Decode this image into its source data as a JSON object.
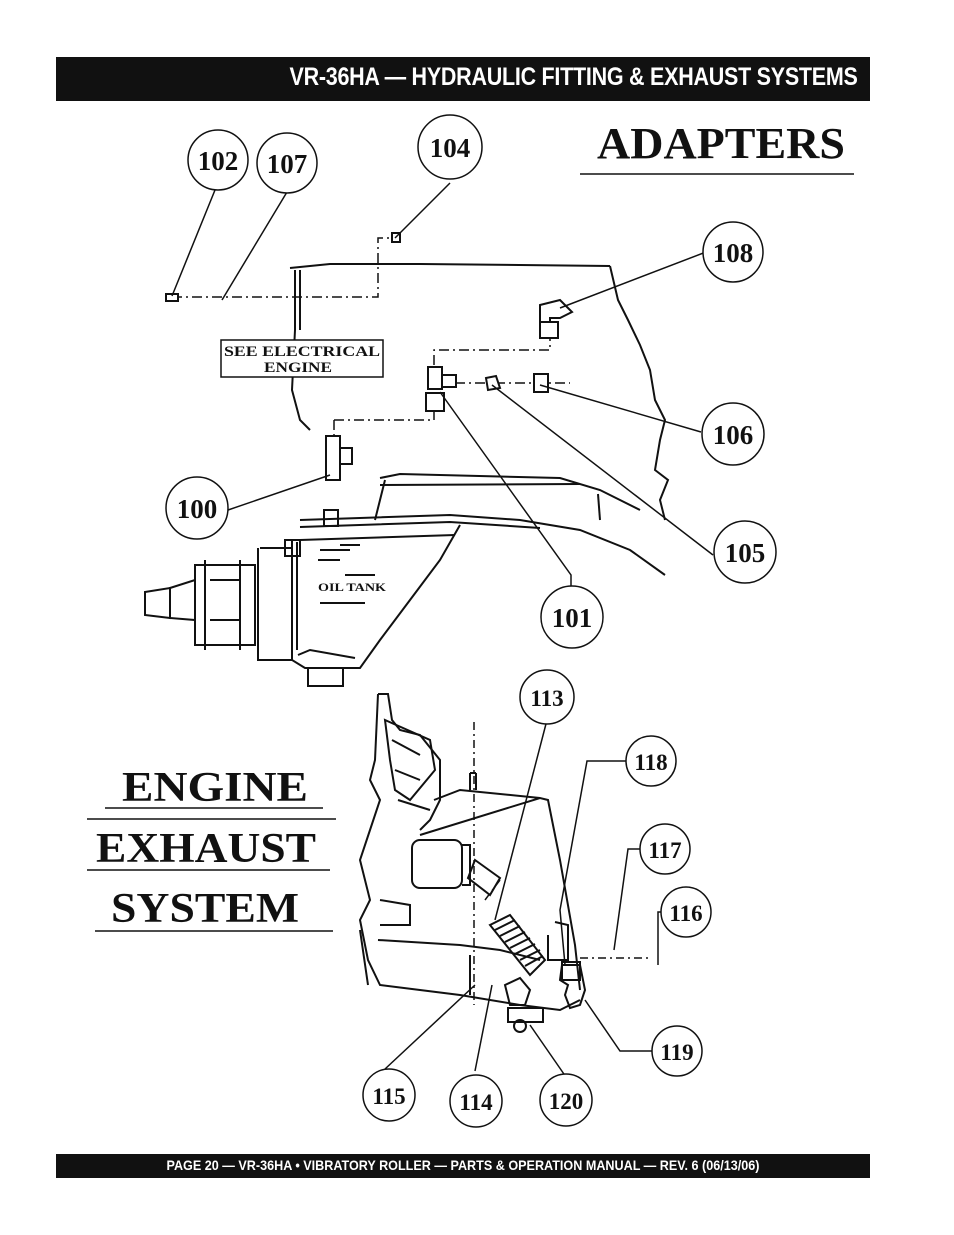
{
  "header": {
    "title": "VR-36HA — HYDRAULIC FITTING & EXHAUST SYSTEMS"
  },
  "footer": {
    "text": "PAGE 20 — VR-36HA • VIBRATORY ROLLER — PARTS & OPERATION MANUAL — REV. 6 (06/13/06)"
  },
  "adapters": {
    "title": "ADAPTERS",
    "see_electrical_line1": "SEE  ELECTRICAL",
    "see_electrical_line2": "ENGINE",
    "oil_tank_label": "OIL TANK",
    "callouts": [
      "102",
      "107",
      "104",
      "108",
      "106",
      "100",
      "105",
      "101"
    ]
  },
  "exhaust": {
    "title_line1": "ENGINE",
    "title_line2": "EXHAUST",
    "title_line3": "SYSTEM",
    "callouts": [
      "113",
      "118",
      "117",
      "116",
      "119",
      "115",
      "114",
      "120"
    ]
  }
}
